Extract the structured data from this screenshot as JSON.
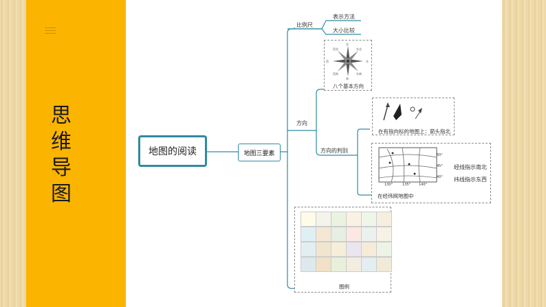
{
  "sidebar": {
    "title_chars": [
      "思",
      "维",
      "导",
      "图"
    ]
  },
  "mindmap": {
    "root": "地图的阅读",
    "level1": "地图三要素",
    "scale": {
      "label": "比例尺",
      "children": [
        "表示方法",
        "大小比较"
      ]
    },
    "direction": {
      "label": "方向",
      "compass_label": "八个基本方向",
      "judge": {
        "label": "方向的判别",
        "arrow_label": "在有指向标的地图上：箭头指北",
        "grid_label": "在经纬网地图中",
        "grid_children": [
          "经线指示南北",
          "纬线指示东西"
        ],
        "grid_lon_ticks": [
          "130°",
          "135°",
          "140°"
        ],
        "grid_lat_ticks": [
          "50°",
          "45°",
          "40°"
        ]
      }
    },
    "legend": {
      "label": "图例"
    }
  },
  "colors": {
    "accent": "#2e8aa0",
    "sidebar": "#fbb400"
  }
}
